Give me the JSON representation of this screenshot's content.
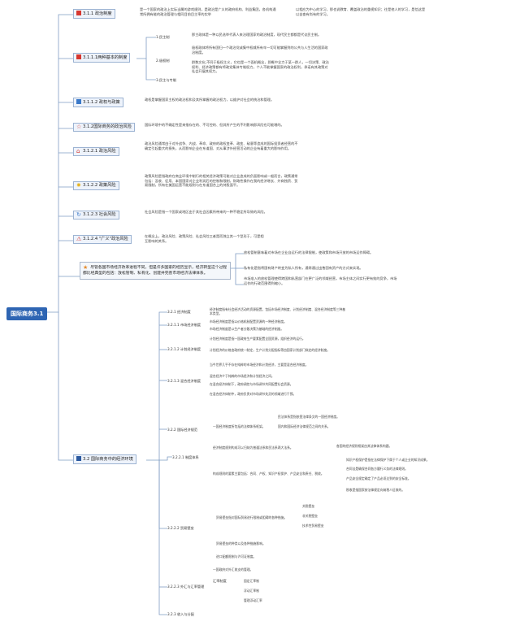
{
  "root": {
    "label": "国际商务3.1"
  },
  "n311": {
    "label": "3.1.1 政治制度",
    "desc1": "是一个国家的政治上实际当属的游戏规则，是政治是广义的政府机构、利益集团，各机构通常所拥有能的政治管理与相同目前目主率的实举",
    "desc2": "以相应为中心的学习，那也说教育、覆盖政治的重视知识；往是他人的学习，是信这是以自查有尚有的学习。"
  },
  "n3111": {
    "label": "3.1.1.1两种基本的制度",
    "b1": "1.民主制",
    "b1t": "那主政体是一种以民选举代表人来治理国家的政治制度，现代民主都都是代议民主制。",
    "b2": "2.极权制",
    "b2t": "极权政体将所有国归一个政治党或集中权威所有牢一切可能掌握到的公共与人生活的国家政治制度。",
    "b2t2": "群数文化,不同于极权主义，它也是一个面机概念，即概中全力于某一群人，一切决策、政治权利、经济政策都有将政党集体专制权力，个人不能掌握国家的政治权利，承诺有其政策对社会开展其权力。",
    "b3": "3.民主与专制"
  },
  "n3112": {
    "label": "3.1.1.2 政权与政策",
    "desc": "政权是掌握国家主权的政治权和及其所掌握的政治权力，以维护对社会的统治和管理。"
  },
  "n312": {
    "label": "3.1.2国际商务的政治风险",
    "desc": "国际环境中的不确定性是来指存在的、不可控的、但其所产生的不利影响即风险也可能增的。"
  },
  "n3121": {
    "label": "3.1.2.1 政治风险",
    "desc": "政治风险通常由于对外战争、内战、革命、政府的政权变革、政变、敌意等造成的国际投资者经营的不确定引起重大的损失，从而影响企业在东道国、对从事涉外经营活动的企业有着重大的影响作用。"
  },
  "n3122": {
    "label": "3.1.2.2 政策风险",
    "desc": "政策风险是指政府在商业环境中制行的相关经济政策可能对企业造成的负面影响或一般而言，政策通常包括：没收、征用、本国国家对企业利润后的控制和限制，财政性操作在我的经济增长、外商独资、贸易限制，所有在美国运营不能规则与在东道国合上的持股面平。"
  },
  "n3123": {
    "label": "3.1.2.3 社会风险",
    "desc": "社会风险是指一个国家或地区由于其社会因素所带来的一种不稳定所导致的风险。"
  },
  "n3124": {
    "label": "3.1.2.4 \"广义\"政治风险",
    "desc": "在概念上，政治风险、政策风险、社会风险三者是而独立其一个型形于，可是相互影响的关系。"
  },
  "big": {
    "text": "尽管各国市场经济改革进程不同，但是许多国家的经历显示，经济转型这个过程都比经典型的包括：放松管制、私有化、创建并完善市场经济法律体系。",
    "r1": "放松管制意味着对市场在企业自运行的法律限制，使政策和市场开放的市场运作障碍。",
    "r2": "私有化是指将国有财产转变为私人所有，通常通过出售国有资产的方式来实现。",
    "r3": "市场准入的放松管理使得跨国和私营部门在更广泛的领域经营，市场主体之间实行更有效的竞争，市场运作的行政范围得到缩小。"
  },
  "n32": {
    "label": "3.2 国际商务中的经济环境"
  },
  "econ": {
    "e321": "3.2.1 经济制度",
    "e321t": "经济制度指有社会经济活动的资源配置，包括市场经济制度、计划经济制度、混合经济制度等三种基本类型。",
    "e3211": "3.2.1.1 市场经济制度",
    "e3211t": "市场经济制度是指以价格机制配置资源的一种经济制度。",
    "e3211t2": "市场经济制度是以生产者分散决策为基础的经济制度。",
    "e3212": "3.2.1.2 计划经济制度",
    "e3212t": "计划经济制度是指一国政府生产要素配置全国资源，组织经济的运行。",
    "e3212t2": "计划经济的价格由政府统一制定，生产计划分配指标等由国家计划部门拟定的经济制度。",
    "e3213": "3.2.1.3 混合经济制度",
    "e3213t": "当今世界几乎不存在纯粹的市场经济和计划经济，主要是混合经济制度。",
    "e3213t2": "混合经济介于纯粹的市场经济和计划经济之间。",
    "e3213t3": "在混合经济体制下，政府调控与市场调节共同配置社会资源。",
    "e3213t4": "在混合经济体制中，政府负责对市场调节失灵的领域进行干预。",
    "e322": "3.2.2 国际经济规范",
    "e3221": "3.2.2.1 制度体系",
    "e3221t": "一国经济制度所包括的法律体系框架。",
    "e3221t2": "民法体系是指依靠法律条文的一国经济制度。",
    "e3221t3": "国内和国际经济法律规范之间的关系。",
    "e3221t4": "经济制度规则构成可以归纳为普通法系和民法系两大法系。",
    "e3221t5": "各国的经济规则框架由其法律体系构建。",
    "e3221t6": "构成规则的要素主要包括：合同、产权、知识产权保护、产品安全和责任、税收。",
    "e3221t7": "知识产权保护是指在法律保护下属于个人或企业的知识成果。",
    "e3221t8": "合同法是确保合同各方履行义务的法律规则。",
    "e3221t9": "产品安全规定确定了产品必须达到的安全标准。",
    "e3221t10": "税收是指国家按法律规定向纳税人征收的。",
    "e3222": "3.2.2.2 贸易壁垒",
    "e3222t": "贸易壁垒指对国际贸易进行限制或阻碍的各种措施。",
    "e3222t2": "关税壁垒",
    "e3222t3": "非关税壁垒",
    "e3222t4": "技术性贸易壁垒",
    "e3222t5": "贸易壁垒的种类以及各种措施影响。",
    "e3222t6": "进口配额限制与许可证制度。",
    "e3223": "3.2.2.3 外汇与汇率管理",
    "e3223t": "一国政府对外汇收支的管理。",
    "e3223t2": "汇率制度",
    "e3223t3": "固定汇率制",
    "e3223t4": "浮动汇率制",
    "e3223t5": "管理浮动汇率",
    "e323": "3.2.3 收入与分配"
  }
}
